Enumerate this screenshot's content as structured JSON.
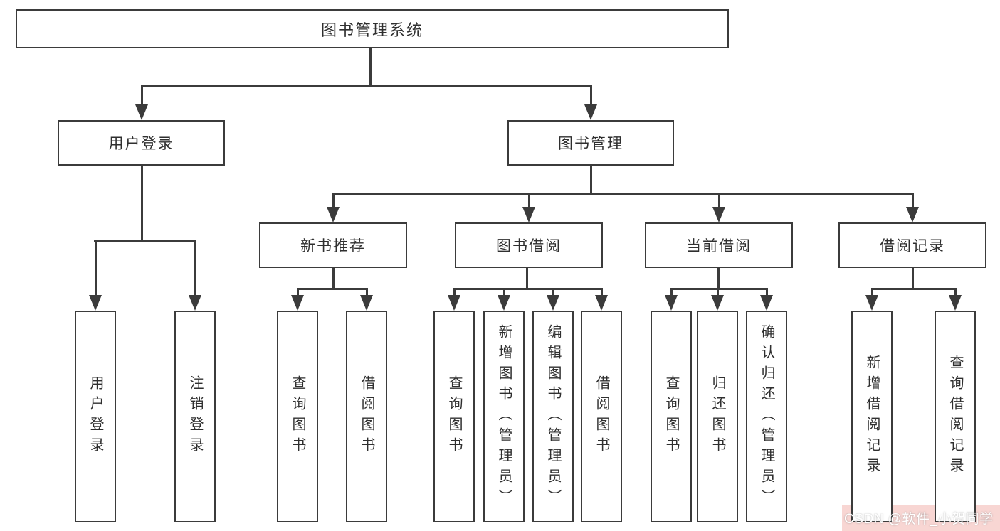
{
  "diagram": {
    "type": "hierarchy-tree",
    "root": "图书管理系统",
    "children": [
      {
        "label": "用户登录",
        "children": [
          "用户登录",
          "注销登录"
        ]
      },
      {
        "label": "图书管理",
        "children": [
          {
            "label": "新书推荐",
            "children": [
              "查询图书",
              "借阅图书"
            ]
          },
          {
            "label": "图书借阅",
            "children": [
              "查询图书",
              "新增图书（管理员）",
              "编辑图书（管理员）",
              "借阅图书"
            ]
          },
          {
            "label": "当前借阅",
            "children": [
              "查询图书",
              "归还图书",
              "确认归还（管理员）"
            ]
          },
          {
            "label": "借阅记录",
            "children": [
              "新增借阅记录",
              "查询借阅记录"
            ]
          }
        ]
      }
    ]
  },
  "colors": {
    "line": "#3b3b3b",
    "box_background": "#ffffff",
    "text": "#2f2f2f",
    "watermark_background": "#f8d6d3",
    "watermark_text": "#ffffff"
  },
  "watermark": {
    "text": "CSDN @软件_小贺同学"
  }
}
